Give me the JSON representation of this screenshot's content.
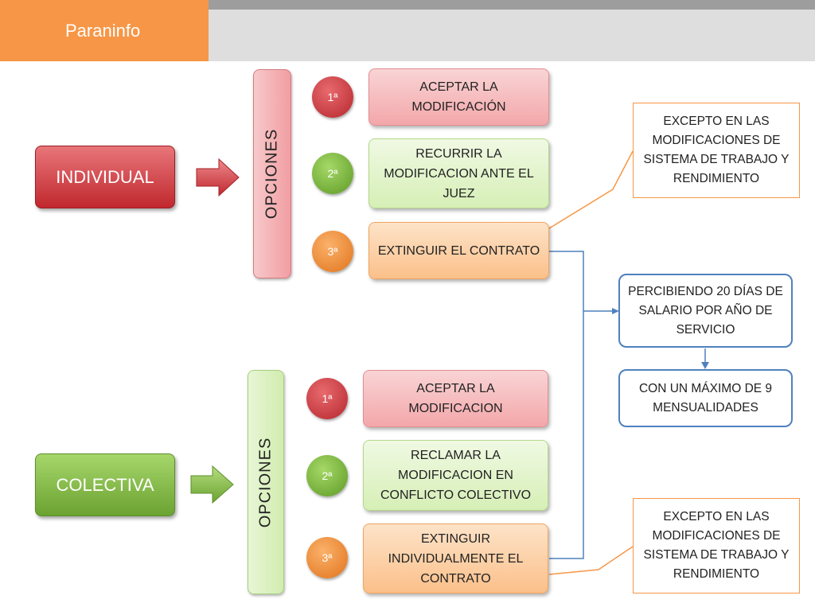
{
  "header": {
    "title": "Paraninfo"
  },
  "individual": {
    "label": "INDIVIDUAL",
    "options_label": "OPCIONES",
    "options": [
      {
        "num": "1ª",
        "text": "ACEPTAR LA MODIFICACIÓN"
      },
      {
        "num": "2ª",
        "text": "RECURRIR LA MODIFICACION ANTE EL JUEZ"
      },
      {
        "num": "3ª",
        "text": "EXTINGUIR EL CONTRATO"
      }
    ],
    "exception": "EXCEPTO EN LAS MODIFICACIONES DE SISTEMA DE TRABAJO Y  RENDIMIENTO"
  },
  "colectiva": {
    "label": "COLECTIVA",
    "options_label": "OPCIONES",
    "options": [
      {
        "num": "1ª",
        "text": "ACEPTAR LA MODIFICACION"
      },
      {
        "num": "2ª",
        "text": "RECLAMAR LA MODIFICACION EN CONFLICTO COLECTIVO"
      },
      {
        "num": "3ª",
        "text": "EXTINGUIR INDIVIDUALMENTE EL CONTRATO"
      }
    ],
    "exception": "EXCEPTO EN LAS MODIFICACIONES DE SISTEMA DE TRABAJO Y  RENDIMIENTO"
  },
  "compensation": {
    "amount": "PERCIBIENDO 20 DÍAS DE SALARIO POR AÑO DE SERVICIO",
    "max": "CON UN MÁXIMO DE 9 MENSUALIDADES"
  },
  "colors": {
    "orange": "#f79646",
    "red": "#c0282e",
    "green": "#6ba332",
    "blue": "#4f81bd"
  }
}
